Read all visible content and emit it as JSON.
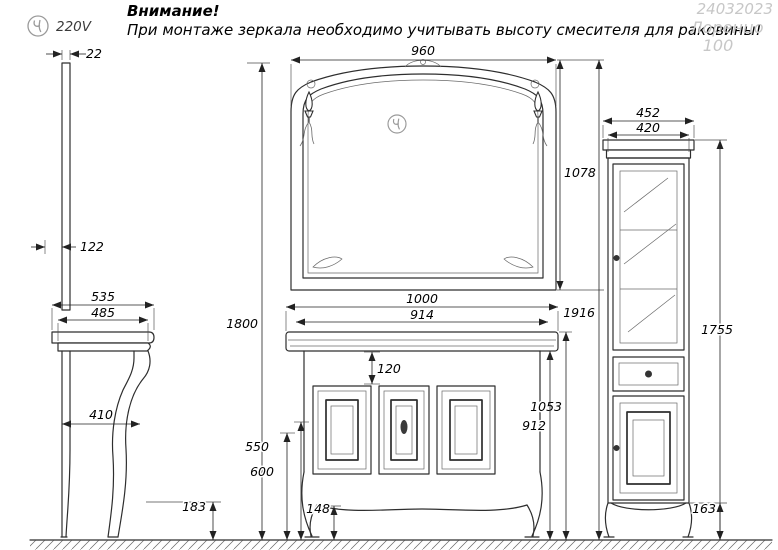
{
  "header": {
    "voltage": "220V",
    "attention": "Внимание!",
    "warning": "При монтаже зеркала необходимо учитывать высоту смесителя для раковины!",
    "doc_number": "24032023",
    "series_name": "Лоренцо",
    "series_size": "100"
  },
  "side_view": {
    "mirror_thickness": "22",
    "mirror_offset": "122",
    "top_depth": "535",
    "top_depth_inner": "485",
    "base_depth": "410",
    "leg_height": "183",
    "total_height": "1800"
  },
  "front_view": {
    "mirror_width": "960",
    "mirror_height": "1078",
    "overall_height": "1916",
    "cabinet_width": "1000",
    "inner_width": "914",
    "apron_height": "120",
    "height_with_top": "1053",
    "body_height": "912",
    "level_1": "550",
    "level_2": "600",
    "clearance": "148"
  },
  "column": {
    "width": "452",
    "body_width": "420",
    "height": "1755",
    "leg_height": "163"
  }
}
